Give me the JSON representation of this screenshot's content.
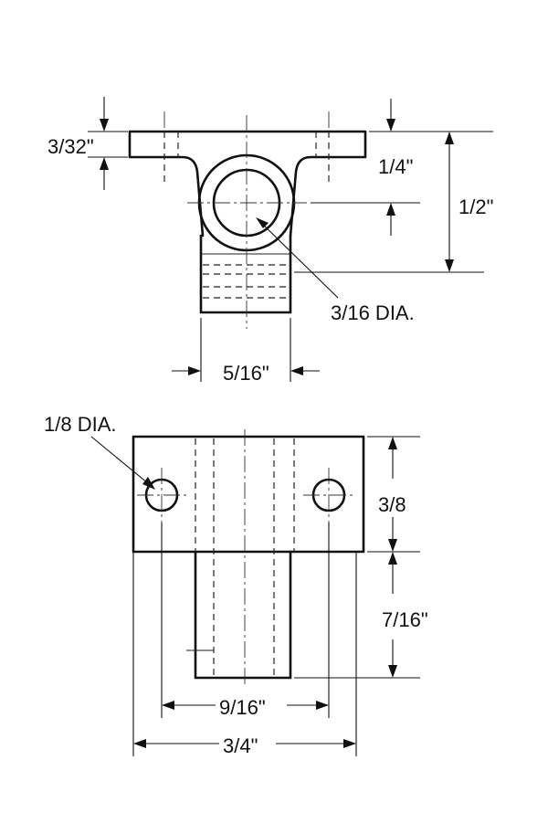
{
  "labels": {
    "thickness": "3/32\"",
    "flange": "1/4\"",
    "height": "1/2\"",
    "bore_dia": "3/16 DIA.",
    "neck_width": "5/16\"",
    "hole_dia": "1/8 DIA.",
    "plate_depth": "3/8",
    "stem_depth": "7/16\"",
    "hole_spacing": "9/16\"",
    "overall_width": "3/4\""
  },
  "colors": {
    "line": "#111111",
    "background": "#ffffff"
  }
}
